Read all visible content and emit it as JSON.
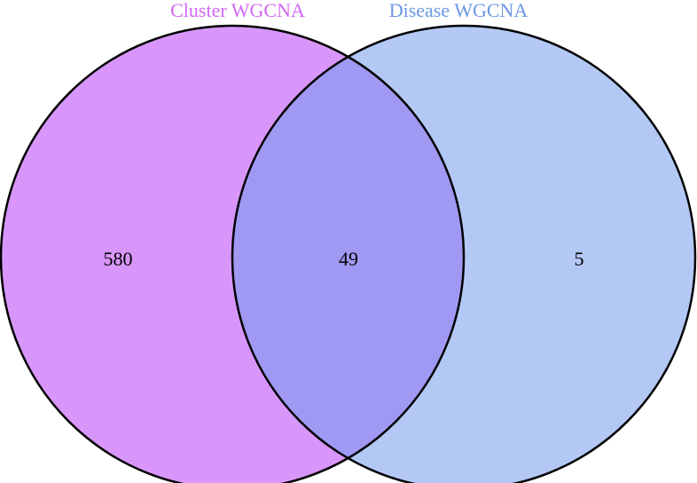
{
  "diagram": {
    "type": "venn",
    "sets": [
      {
        "name": "Cluster WGCNA",
        "color": "#d896fa",
        "title_color": "#d466f4"
      },
      {
        "name": "Disease WGCNA",
        "color": "#b3c8f5",
        "title_color": "#6b98e4"
      }
    ],
    "overlap_color": "#a099f3",
    "outline_color": "#000000",
    "counts": {
      "only_cluster": "580",
      "intersection": "49",
      "only_disease": "5"
    }
  }
}
